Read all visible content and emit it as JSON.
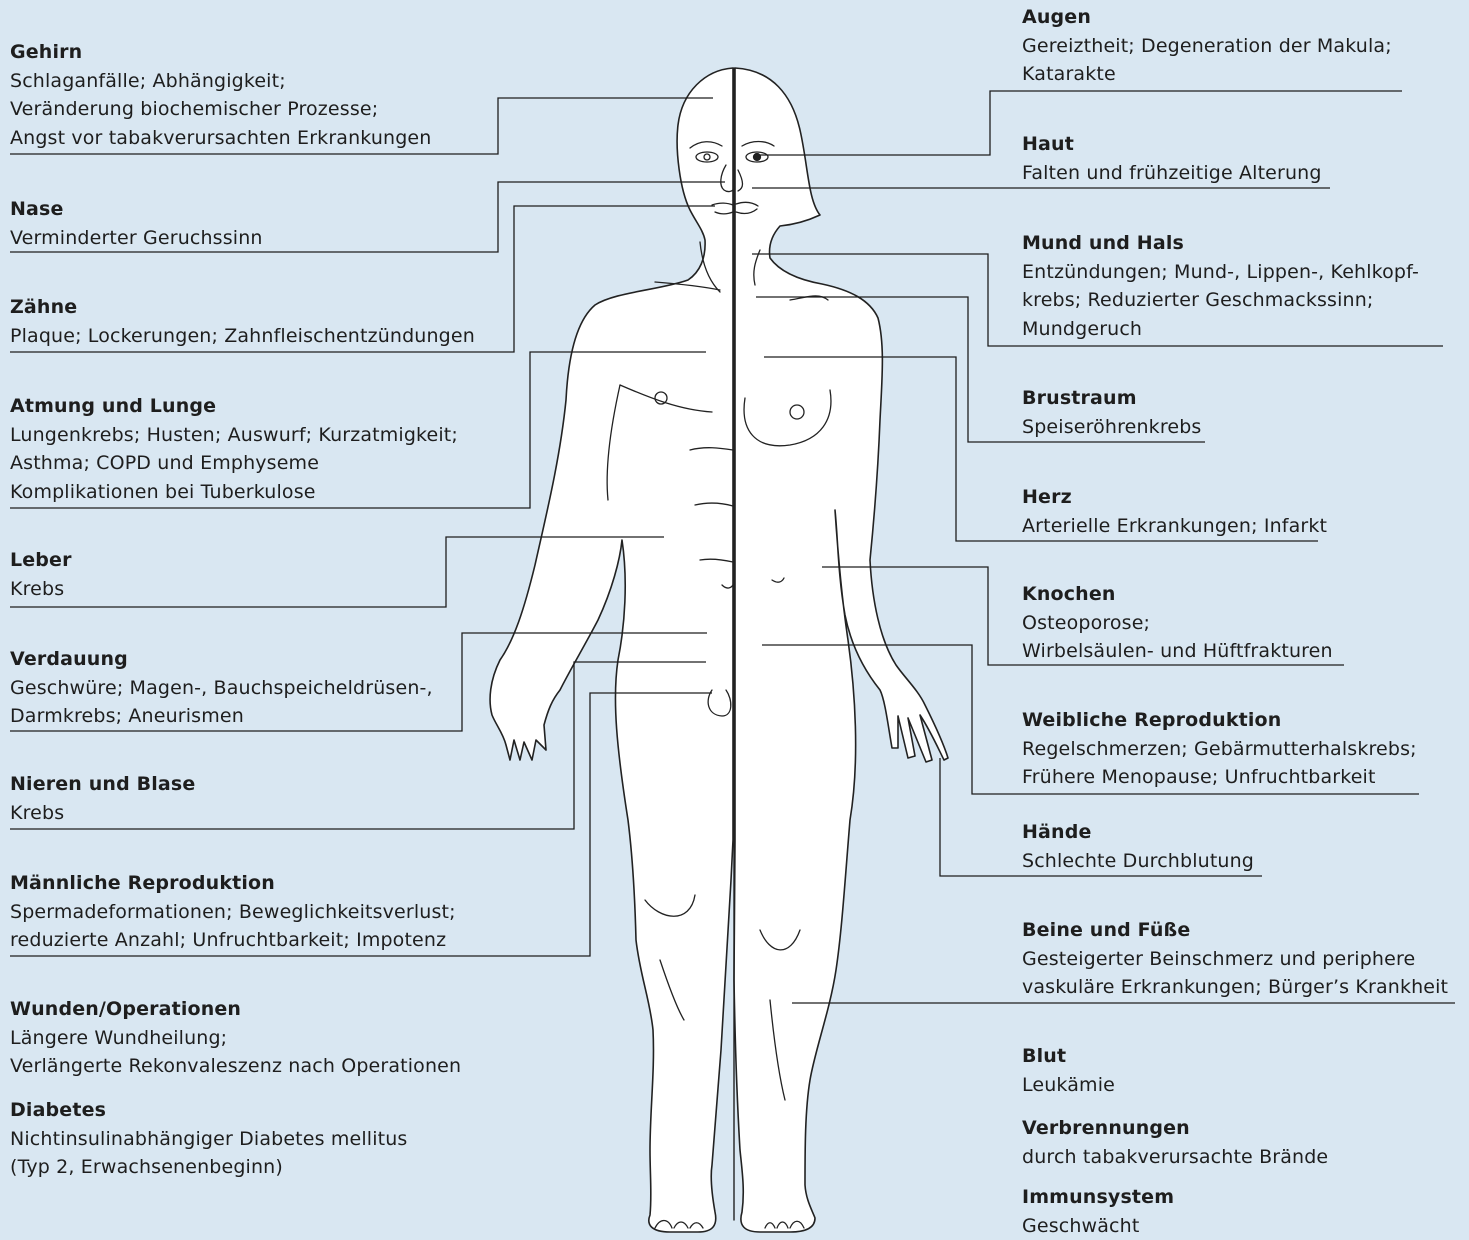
{
  "left_labels": [
    {
      "title": "Gehirn",
      "text": "Schlaganfälle; Abhängigkeit;\nVeränderung biochemischer Prozesse;\nAngst vor tabakverursachten Erkrankungen"
    },
    {
      "title": "Nase",
      "text": "Verminderter Geruchssinn"
    },
    {
      "title": "Zähne",
      "text": "Plaque; Lockerungen; Zahnfleischentzündungen"
    },
    {
      "title": "Atmung und Lunge",
      "text": "Lungenkrebs; Husten; Auswurf; Kurzatmigkeit;\nAsthma; COPD und Emphyseme\nKomplikationen bei Tuberkulose"
    },
    {
      "title": "Leber",
      "text": "Krebs"
    },
    {
      "title": "Verdauung",
      "text": "Geschwüre; Magen-, Bauchspeicheldrüsen-,\nDarmkrebs; Aneurismen"
    },
    {
      "title": "Nieren und Blase",
      "text": "Krebs"
    },
    {
      "title": "Männliche Reproduktion",
      "text": "Spermadeformationen; Beweglichkeitsverlust;\nreduzierte Anzahl; Unfruchtbarkeit; Impotenz"
    },
    {
      "title": "Wunden/Operationen",
      "text": "Längere Wundheilung;\nVerlängerte Rekonvaleszenz nach Operationen"
    },
    {
      "title": "Diabetes",
      "text": "Nichtinsulinabhängiger Diabetes mellitus\n(Typ 2, Erwachsenenbeginn)"
    }
  ],
  "right_labels": [
    {
      "title": "Augen",
      "text": "Gereiztheit; Degeneration der Makula;\nKatarakte"
    },
    {
      "title": "Haut",
      "text": "Falten und frühzeitige Alterung"
    },
    {
      "title": "Mund und Hals",
      "text": "Entzündungen; Mund-, Lippen-, Kehlkopf-\nkrebs; Reduzierter Geschmackssinn;\nMundgeruch"
    },
    {
      "title": "Brustraum",
      "text": "Speiseröhrenkrebs"
    },
    {
      "title": "Herz",
      "text": "Arterielle Erkrankungen; Infarkt"
    },
    {
      "title": "Knochen",
      "text": "Osteoporose;\nWirbelsäulen- und Hüftfrakturen"
    },
    {
      "title": "Weibliche Reproduktion",
      "text": "Regelschmerzen; Gebärmutterhalskrebs;\nFrühere Menopause; Unfruchtbarkeit"
    },
    {
      "title": "Hände",
      "text": "Schlechte Durchblutung"
    },
    {
      "title": "Beine und Füße",
      "text": "Gesteigerter Beinschmerz und periphere\nvaskuläre Erkrankungen; Bürger’s Krankheit"
    },
    {
      "title": "Blut",
      "text": "Leukämie"
    },
    {
      "title": "Verbrennungen",
      "text": "durch tabakverursachte Brände"
    },
    {
      "title": "Immunsystem",
      "text": "Geschwächt"
    }
  ]
}
